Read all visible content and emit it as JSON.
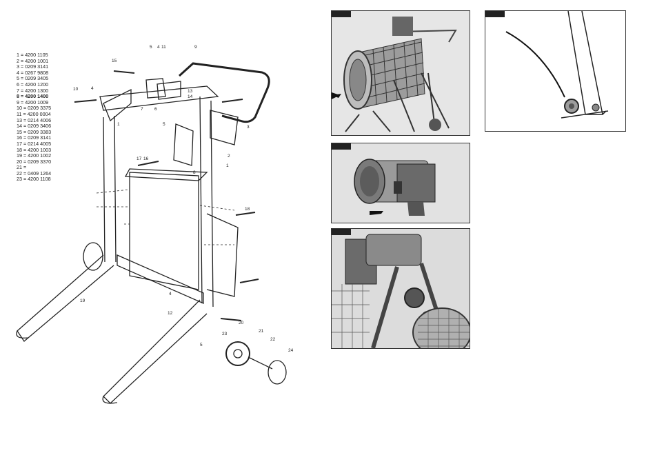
{
  "parts_list": [
    "1 = 4200 1105",
    "2 = 4200 1001",
    "3 = 0209 3141",
    "4 = 0267 9808",
    "5 = 0209 3405",
    "6 = 4200 1200",
    "7 = 4200 1300",
    "8 = 4200 1400",
    "9 = 4200 1009",
    "10 = 0209 3375",
    "11 = 4200 0004",
    "13 = 0214 4006",
    "14 = 0209 3406",
    "15 = 0209 3383",
    "16 = 0209 3141",
    "17 = 0214 4005",
    "18 = 4200 1003",
    "19 = 4200 1002",
    "20 = 0209 3370",
    "21 =",
    "22 = 0409 1264",
    "23 = 4200 1108"
  ],
  "highlighted_index": 7,
  "callouts": {
    "n1a": "1",
    "n1b": "1",
    "n2": "2",
    "n3": "3",
    "n4a": "4",
    "n4b": "4",
    "n4c": "4",
    "n5a": "5",
    "n5b": "5",
    "n5c": "5",
    "n6": "6",
    "n7": "7",
    "n8": "8",
    "n9": "9",
    "n10": "10",
    "n11": "11",
    "n12": "12",
    "n13": "13",
    "n14": "14",
    "n15": "15",
    "n16": "16",
    "n17": "17",
    "n18": "18",
    "n19": "19",
    "n20": "20",
    "n21": "21",
    "n22": "22",
    "n23": "23",
    "n24": "24"
  },
  "colors": {
    "line": "#222222",
    "tag": "#222222",
    "photo_bg": "#d9d9d9"
  }
}
